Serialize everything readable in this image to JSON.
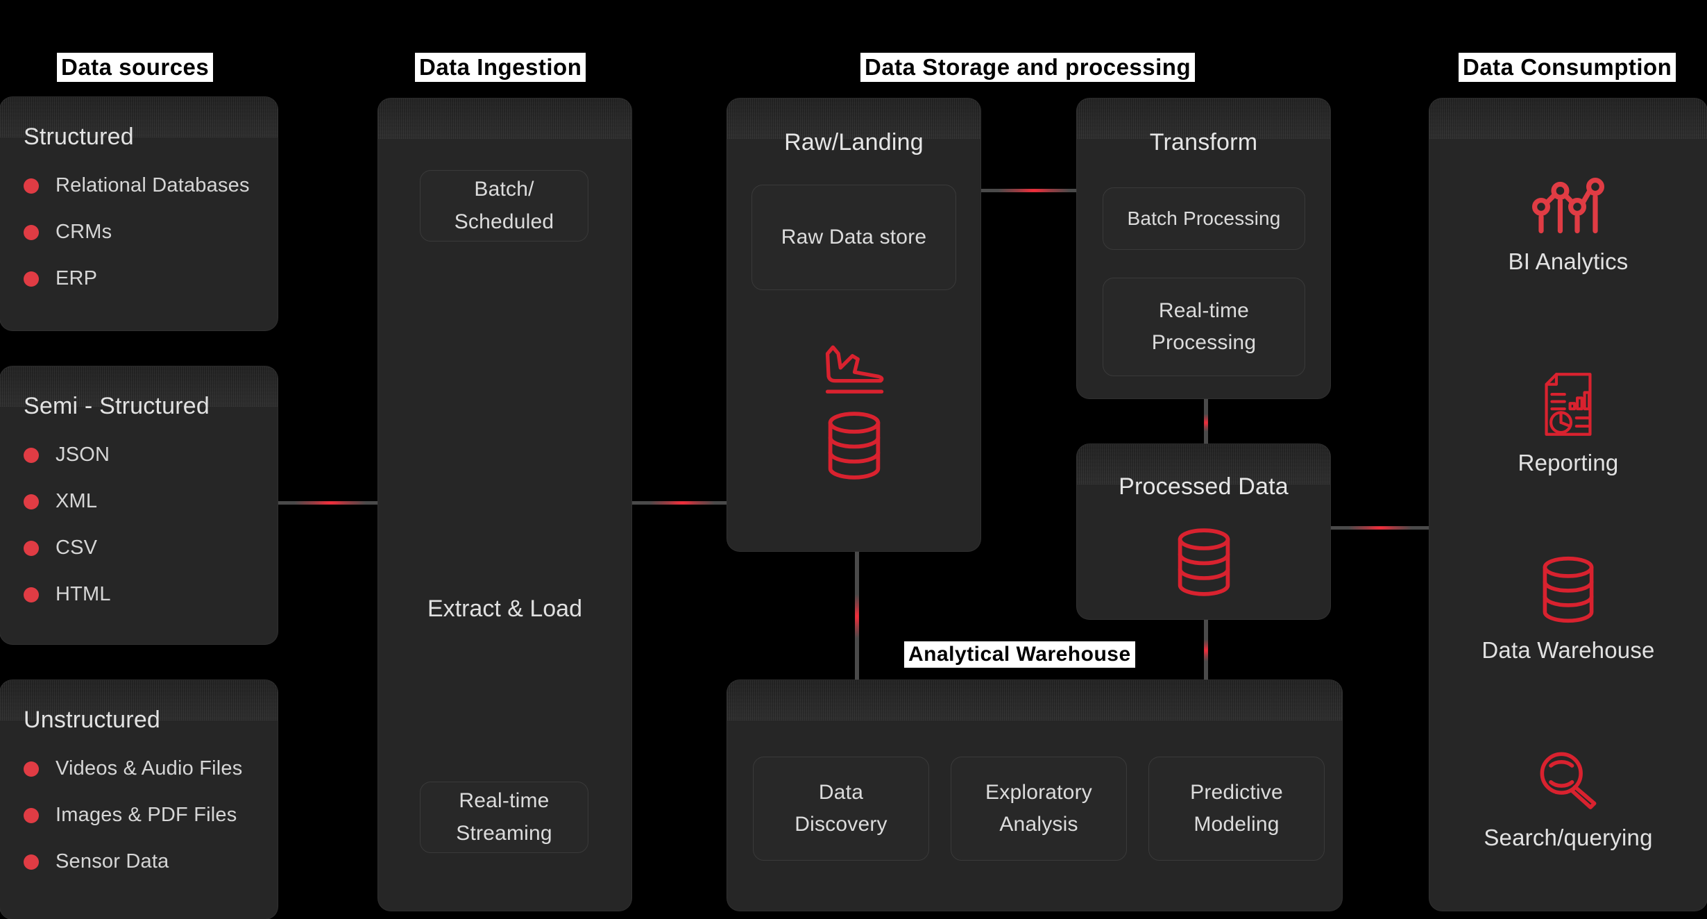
{
  "columns": {
    "sources": {
      "header": "Data sources"
    },
    "ingestion": {
      "header": "Data Ingestion"
    },
    "storage": {
      "header": "Data Storage and processing"
    },
    "consumption": {
      "header": "Data Consumption"
    }
  },
  "sources": {
    "cards": [
      {
        "title": "Structured",
        "items": [
          "Relational Databases",
          "CRMs",
          "ERP"
        ]
      },
      {
        "title": "Semi - Structured",
        "items": [
          "JSON",
          "XML",
          "CSV",
          "HTML"
        ]
      },
      {
        "title": "Unstructured",
        "items": [
          "Videos & Audio Files",
          "Images & PDF Files",
          "Sensor Data"
        ]
      }
    ]
  },
  "ingestion": {
    "batch_label": "Batch/\nScheduled",
    "batch_line1": "Batch/",
    "batch_line2": "Scheduled",
    "center_label": "Extract & Load",
    "stream_line1": "Real-time",
    "stream_line2": "Streaming"
  },
  "storage": {
    "raw_landing": {
      "title": "Raw/Landing",
      "store_label": "Raw Data store",
      "icons": [
        "plane-landing-icon",
        "database-icon"
      ]
    },
    "transform": {
      "title": "Transform",
      "batch_processing": "Batch Processing",
      "realtime_line1": "Real-time",
      "realtime_line2": "Processing"
    },
    "processed": {
      "title": "Processed Data",
      "icon": "database-icon"
    },
    "analytical_warehouse": {
      "header": "Analytical Warehouse",
      "tiles": [
        {
          "line1": "Data",
          "line2": "Discovery"
        },
        {
          "line1": "Exploratory",
          "line2": "Analysis"
        },
        {
          "line1": "Predictive",
          "line2": "Modeling"
        }
      ]
    }
  },
  "consumption": {
    "items": [
      {
        "label": "BI Analytics",
        "icon": "bar-chart-line-icon"
      },
      {
        "label": "Reporting",
        "icon": "report-document-icon"
      },
      {
        "label": "Data Warehouse",
        "icon": "database-icon"
      },
      {
        "label": "Search/querying",
        "icon": "magnifier-icon"
      }
    ]
  },
  "theme": {
    "background": "#000000",
    "card_bg": "#262626",
    "accent_red": "#e03c44",
    "text": "#dcdcdc",
    "connector_grey": "#4a4a4a",
    "connector_glow": "#ff2a39"
  }
}
